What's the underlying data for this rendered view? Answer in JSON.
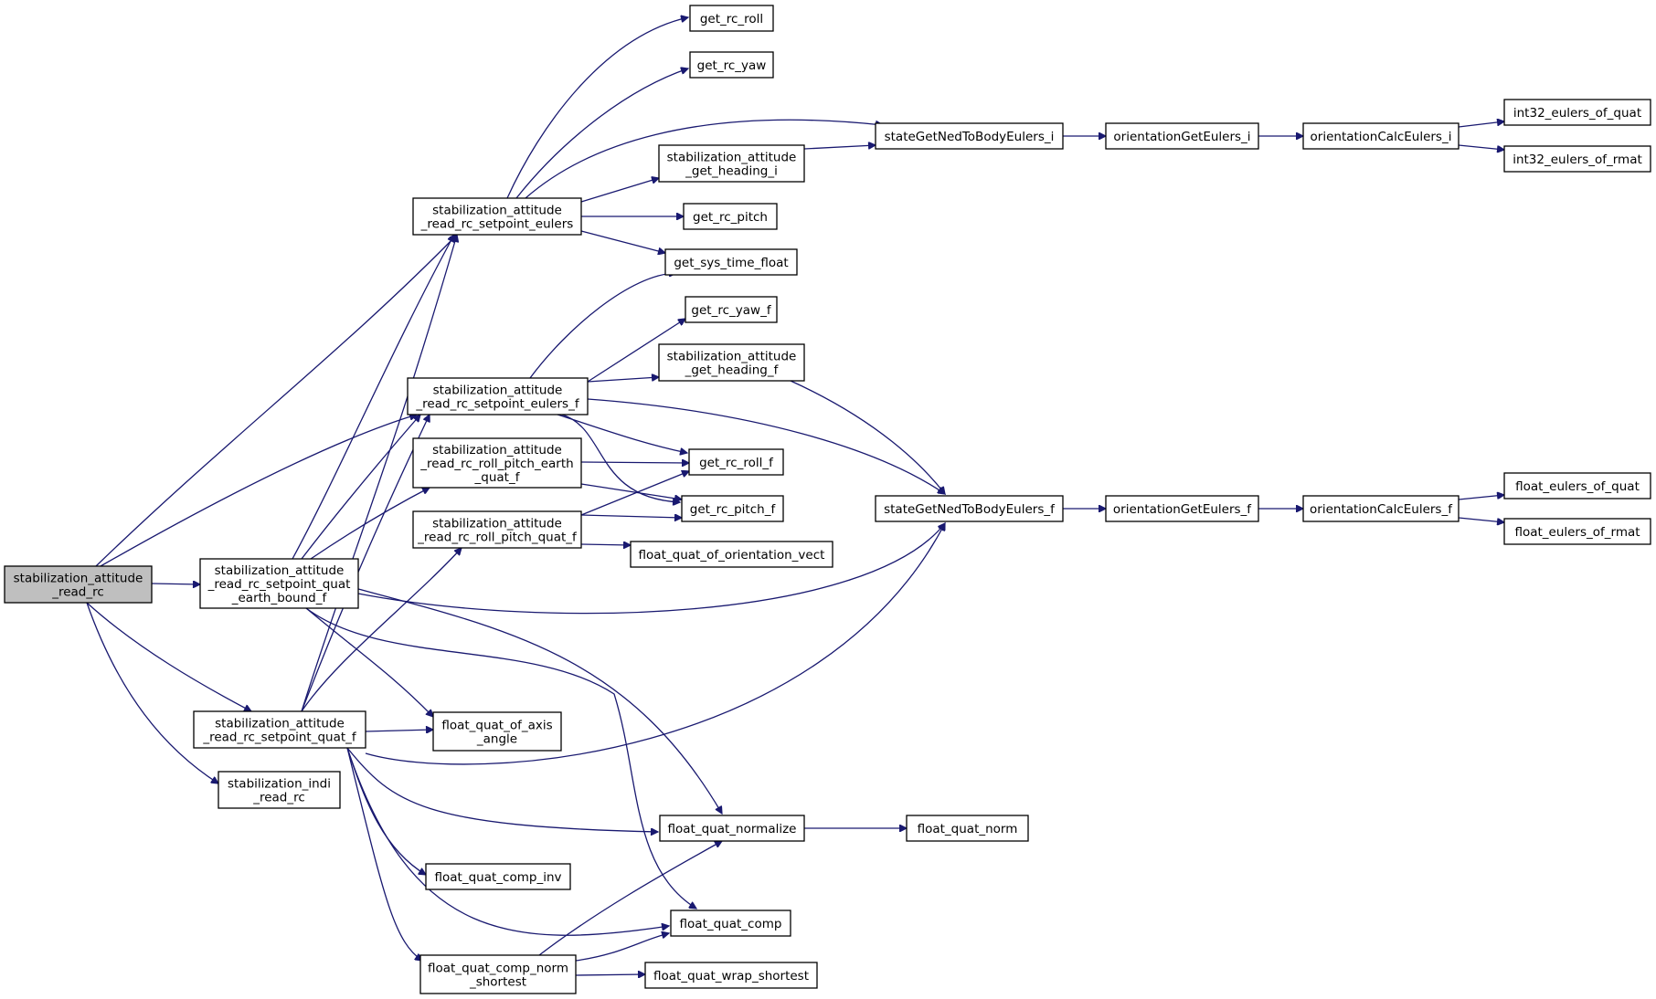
{
  "colors": {
    "edge": "#191970",
    "root_fill": "#bfbfbf",
    "node_fill": "#ffffff"
  },
  "nodes": [
    {
      "id": "root",
      "name": "stabilization-attitude-read-rc-node",
      "lines": [
        "stabilization_attitude",
        "_read_rc"
      ],
      "root": true
    },
    {
      "id": "rse",
      "name": "stabilization-attitude-read-rc-setpoint-eulers-node",
      "lines": [
        "stabilization_attitude",
        "_read_rc_setpoint_eulers"
      ]
    },
    {
      "id": "rsef",
      "name": "stabilization-attitude-read-rc-setpoint-eulers-f-node",
      "lines": [
        "stabilization_attitude",
        "_read_rc_setpoint_eulers_f"
      ]
    },
    {
      "id": "rrpe",
      "name": "stabilization-attitude-read-rc-roll-pitch-earth-quat-f-node",
      "lines": [
        "stabilization_attitude",
        "_read_rc_roll_pitch_earth",
        "_quat_f"
      ]
    },
    {
      "id": "rrpq",
      "name": "stabilization-attitude-read-rc-roll-pitch-quat-f-node",
      "lines": [
        "stabilization_attitude",
        "_read_rc_roll_pitch_quat_f"
      ]
    },
    {
      "id": "rsqe",
      "name": "stabilization-attitude-read-rc-setpoint-quat-earth-bound-f-node",
      "lines": [
        "stabilization_attitude",
        "_read_rc_setpoint_quat",
        "_earth_bound_f"
      ]
    },
    {
      "id": "rsq",
      "name": "stabilization-attitude-read-rc-setpoint-quat-f-node",
      "lines": [
        "stabilization_attitude",
        "_read_rc_setpoint_quat_f"
      ]
    },
    {
      "id": "indi",
      "name": "stabilization-indi-read-rc-node",
      "lines": [
        "stabilization_indi",
        "_read_rc"
      ]
    },
    {
      "id": "roll",
      "name": "get-rc-roll-node",
      "lines": [
        "get_rc_roll"
      ]
    },
    {
      "id": "yaw",
      "name": "get-rc-yaw-node",
      "lines": [
        "get_rc_yaw"
      ]
    },
    {
      "id": "hi",
      "name": "stabilization-attitude-get-heading-i-node",
      "lines": [
        "stabilization_attitude",
        "_get_heading_i"
      ]
    },
    {
      "id": "pitch",
      "name": "get-rc-pitch-node",
      "lines": [
        "get_rc_pitch"
      ]
    },
    {
      "id": "systime",
      "name": "get-sys-time-float-node",
      "lines": [
        "get_sys_time_float"
      ]
    },
    {
      "id": "yawf",
      "name": "get-rc-yaw-f-node",
      "lines": [
        "get_rc_yaw_f"
      ]
    },
    {
      "id": "hf",
      "name": "stabilization-attitude-get-heading-f-node",
      "lines": [
        "stabilization_attitude",
        "_get_heading_f"
      ]
    },
    {
      "id": "rollf",
      "name": "get-rc-roll-f-node",
      "lines": [
        "get_rc_roll_f"
      ]
    },
    {
      "id": "pitchf",
      "name": "get-rc-pitch-f-node",
      "lines": [
        "get_rc_pitch_f"
      ]
    },
    {
      "id": "fqov",
      "name": "float-quat-of-orientation-vect-node",
      "lines": [
        "float_quat_of_orientation_vect"
      ]
    },
    {
      "id": "fqoa",
      "name": "float-quat-of-axis-angle-node",
      "lines": [
        "float_quat_of_axis",
        "_angle"
      ]
    },
    {
      "id": "fqn",
      "name": "float-quat-normalize-node",
      "lines": [
        "float_quat_normalize"
      ]
    },
    {
      "id": "fqci",
      "name": "float-quat-comp-inv-node",
      "lines": [
        "float_quat_comp_inv"
      ]
    },
    {
      "id": "fqc",
      "name": "float-quat-comp-node",
      "lines": [
        "float_quat_comp"
      ]
    },
    {
      "id": "fqcns",
      "name": "float-quat-comp-norm-shortest-node",
      "lines": [
        "float_quat_comp_norm",
        "_shortest"
      ]
    },
    {
      "id": "fqws",
      "name": "float-quat-wrap-shortest-node",
      "lines": [
        "float_quat_wrap_shortest"
      ]
    },
    {
      "id": "fqnorm",
      "name": "float-quat-norm-node",
      "lines": [
        "float_quat_norm"
      ]
    },
    {
      "id": "sgni",
      "name": "state-get-ned-to-body-eulers-i-node",
      "lines": [
        "stateGetNedToBodyEulers_i"
      ]
    },
    {
      "id": "ogei",
      "name": "orientation-get-eulers-i-node",
      "lines": [
        "orientationGetEulers_i"
      ]
    },
    {
      "id": "ocei",
      "name": "orientation-calc-eulers-i-node",
      "lines": [
        "orientationCalcEulers_i"
      ]
    },
    {
      "id": "i32q",
      "name": "int32-eulers-of-quat-node",
      "lines": [
        "int32_eulers_of_quat"
      ]
    },
    {
      "id": "i32r",
      "name": "int32-eulers-of-rmat-node",
      "lines": [
        "int32_eulers_of_rmat"
      ]
    },
    {
      "id": "sgnf",
      "name": "state-get-ned-to-body-eulers-f-node",
      "lines": [
        "stateGetNedToBodyEulers_f"
      ]
    },
    {
      "id": "ogef",
      "name": "orientation-get-eulers-f-node",
      "lines": [
        "orientationGetEulers_f"
      ]
    },
    {
      "id": "ocef",
      "name": "orientation-calc-eulers-f-node",
      "lines": [
        "orientationCalcEulers_f"
      ]
    },
    {
      "id": "feq",
      "name": "float-eulers-of-quat-node",
      "lines": [
        "float_eulers_of_quat"
      ]
    },
    {
      "id": "fer",
      "name": "float-eulers-of-rmat-node",
      "lines": [
        "float_eulers_of_rmat"
      ]
    }
  ],
  "edges": [
    [
      "root",
      "rse"
    ],
    [
      "root",
      "rsef"
    ],
    [
      "root",
      "rsqe"
    ],
    [
      "root",
      "rsq"
    ],
    [
      "root",
      "indi"
    ],
    [
      "rse",
      "roll"
    ],
    [
      "rse",
      "yaw"
    ],
    [
      "rse",
      "sgni"
    ],
    [
      "rse",
      "hi"
    ],
    [
      "rse",
      "pitch"
    ],
    [
      "rse",
      "systime"
    ],
    [
      "hi",
      "sgni"
    ],
    [
      "sgni",
      "ogei"
    ],
    [
      "ogei",
      "ocei"
    ],
    [
      "ocei",
      "i32q"
    ],
    [
      "ocei",
      "i32r"
    ],
    [
      "rsef",
      "systime"
    ],
    [
      "rsef",
      "yawf"
    ],
    [
      "rsef",
      "hf"
    ],
    [
      "rsef",
      "rollf"
    ],
    [
      "rsef",
      "pitchf"
    ],
    [
      "rsef",
      "sgnf"
    ],
    [
      "hf",
      "sgnf"
    ],
    [
      "sgnf",
      "ogef"
    ],
    [
      "ogef",
      "ocef"
    ],
    [
      "ocef",
      "feq"
    ],
    [
      "ocef",
      "fer"
    ],
    [
      "rrpe",
      "rollf"
    ],
    [
      "rrpe",
      "pitchf"
    ],
    [
      "rrpq",
      "rollf"
    ],
    [
      "rrpq",
      "pitchf"
    ],
    [
      "rrpq",
      "fqov"
    ],
    [
      "rsqe",
      "rse"
    ],
    [
      "rsqe",
      "rsef"
    ],
    [
      "rsqe",
      "rrpe"
    ],
    [
      "rsqe",
      "sgnf"
    ],
    [
      "rsqe",
      "fqoa"
    ],
    [
      "rsqe",
      "fqn"
    ],
    [
      "rsqe",
      "fqc"
    ],
    [
      "rsq",
      "rse"
    ],
    [
      "rsq",
      "rsef"
    ],
    [
      "rsq",
      "rrpq"
    ],
    [
      "rsq",
      "fqoa"
    ],
    [
      "rsq",
      "sgnf"
    ],
    [
      "rsq",
      "fqn"
    ],
    [
      "rsq",
      "fqci"
    ],
    [
      "rsq",
      "fqc"
    ],
    [
      "rsq",
      "fqcns"
    ],
    [
      "fqn",
      "fqnorm"
    ],
    [
      "fqcns",
      "fqn"
    ],
    [
      "fqcns",
      "fqc"
    ],
    [
      "fqcns",
      "fqws"
    ]
  ]
}
